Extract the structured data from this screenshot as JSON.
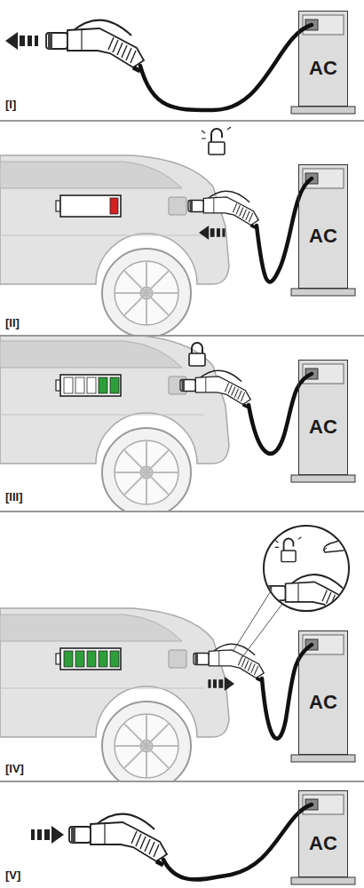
{
  "diagram": {
    "nodes": [
      {
        "text": [
          "AC"
        ]
      },
      {
        "text": [
          "AC"
        ]
      },
      {
        "text": [
          "AC"
        ]
      },
      {
        "text": [
          "AC"
        ]
      },
      {
        "text": [
          "AC"
        ]
      }
    ],
    "labels": [
      "[I]",
      "[II]",
      "[III]",
      "[IV]",
      "[V]"
    ]
  }
}
